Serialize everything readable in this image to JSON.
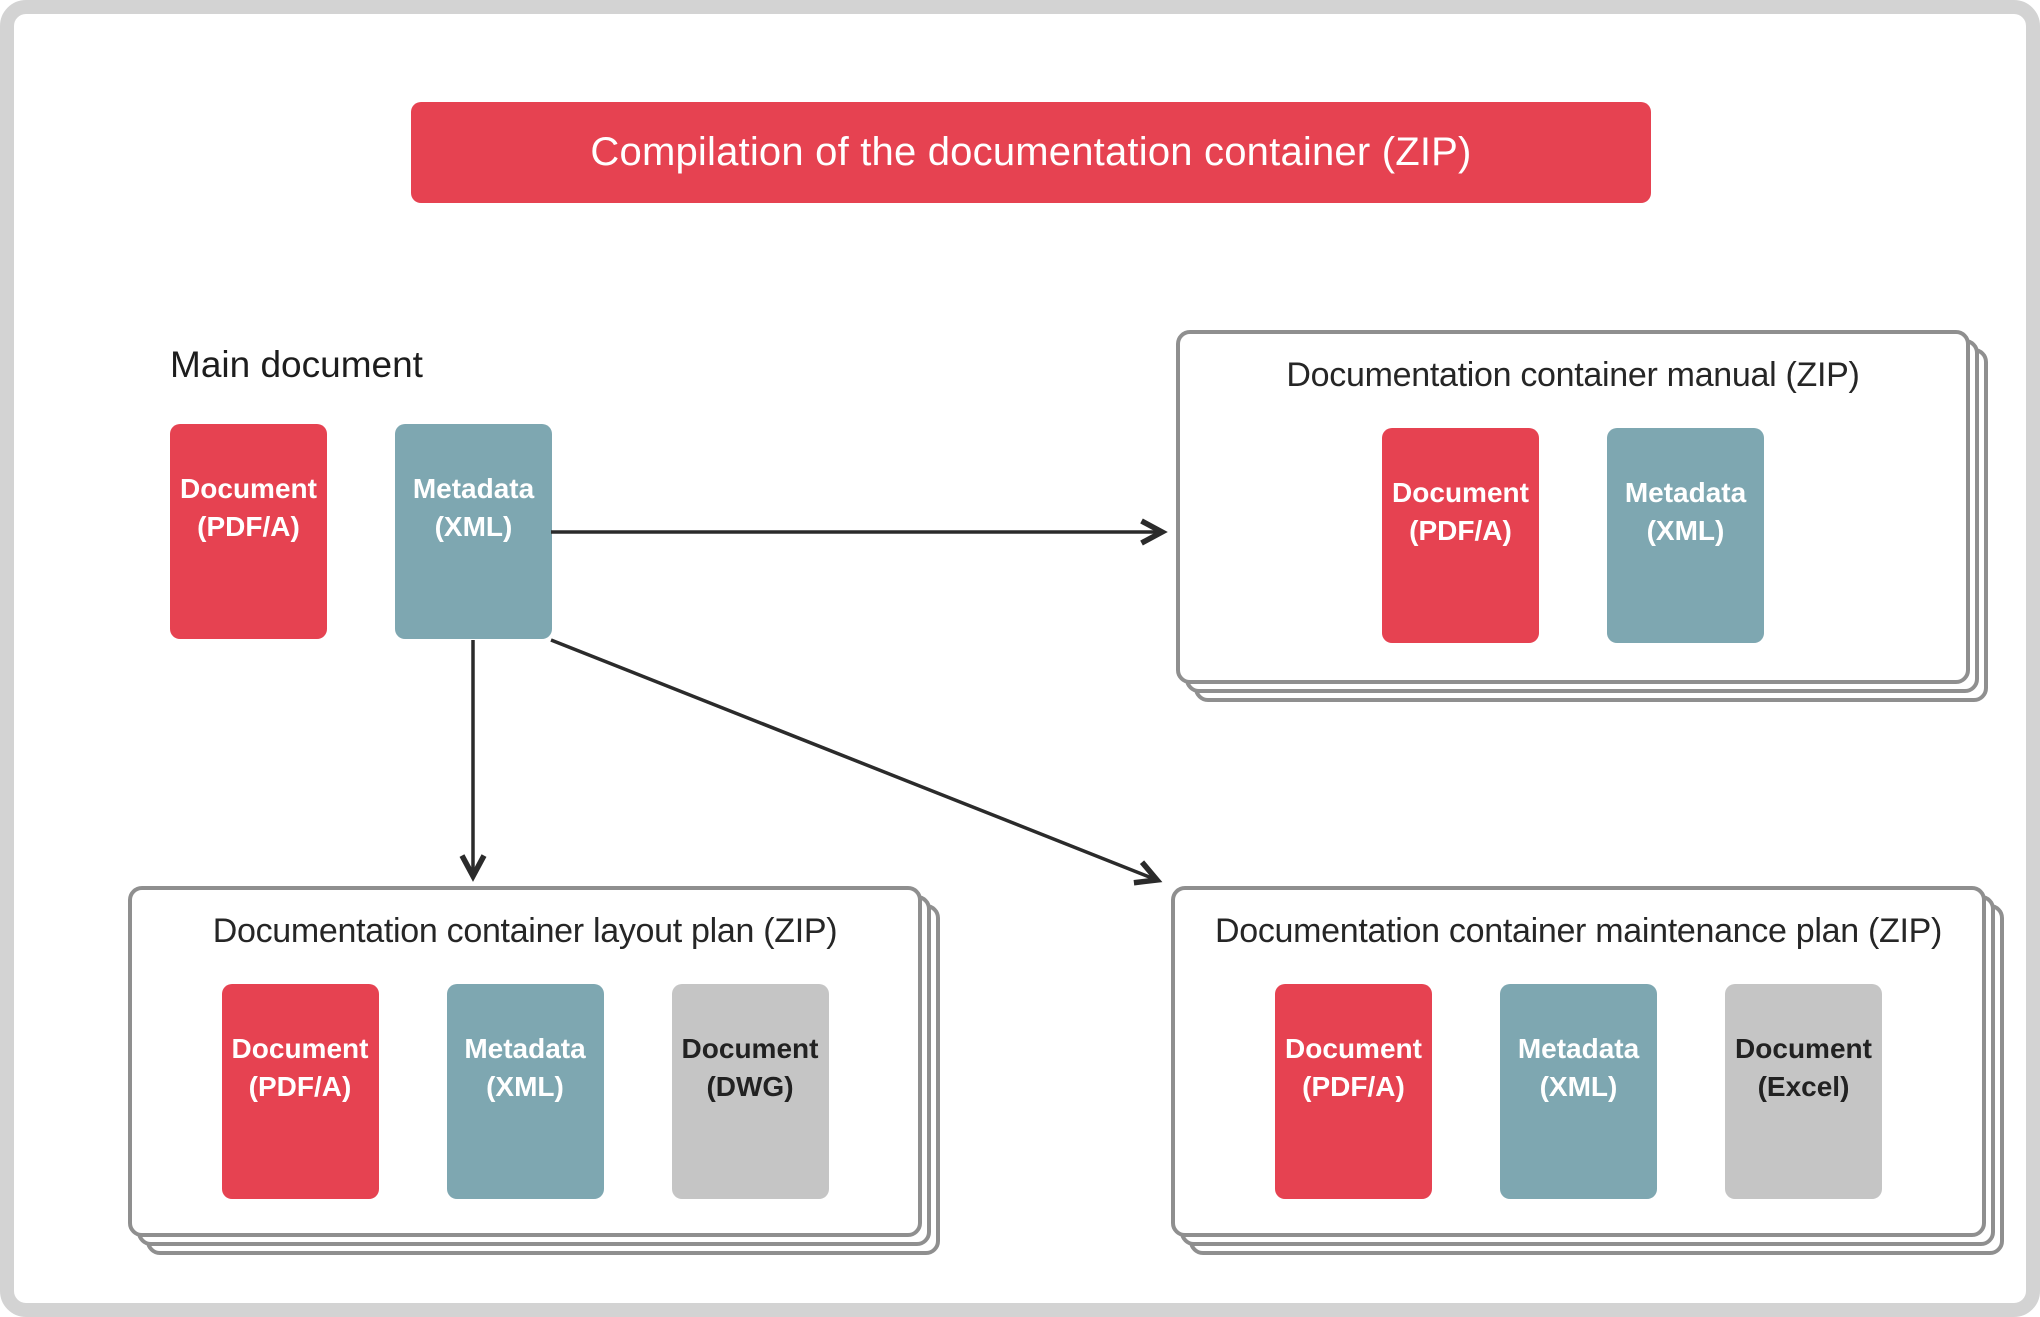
{
  "banner": {
    "title": "Compilation of the documentation container (ZIP)"
  },
  "main_document": {
    "label": "Main document",
    "boxes": [
      {
        "type": "document-pdfa",
        "label": "Document\n(PDF/A)"
      },
      {
        "type": "metadata-xml",
        "label": "Metadata\n(XML)"
      }
    ]
  },
  "containers": [
    {
      "title": "Documentation container manual (ZIP)",
      "boxes": [
        {
          "type": "document-pdfa",
          "label": "Document\n(PDF/A)"
        },
        {
          "type": "metadata-xml",
          "label": "Metadata\n(XML)"
        }
      ]
    },
    {
      "title": "Documentation container layout plan (ZIP)",
      "boxes": [
        {
          "type": "document-pdfa",
          "label": "Document\n(PDF/A)"
        },
        {
          "type": "metadata-xml",
          "label": "Metadata\n(XML)"
        },
        {
          "type": "document-dwg",
          "label": "Document\n(DWG)"
        }
      ]
    },
    {
      "title": "Documentation container maintenance plan (ZIP)",
      "boxes": [
        {
          "type": "document-pdfa",
          "label": "Document\n(PDF/A)"
        },
        {
          "type": "metadata-xml",
          "label": "Metadata\n(XML)"
        },
        {
          "type": "document-excel",
          "label": "Document\n(Excel)"
        }
      ]
    }
  ],
  "colors": {
    "accent_red": "#e64251",
    "accent_teal": "#7ea7b1",
    "neutral_gray": "#c5c5c5",
    "card_border": "#8f8f8f",
    "arrow": "#2b2b2b",
    "frame": "#d3d3d3"
  }
}
